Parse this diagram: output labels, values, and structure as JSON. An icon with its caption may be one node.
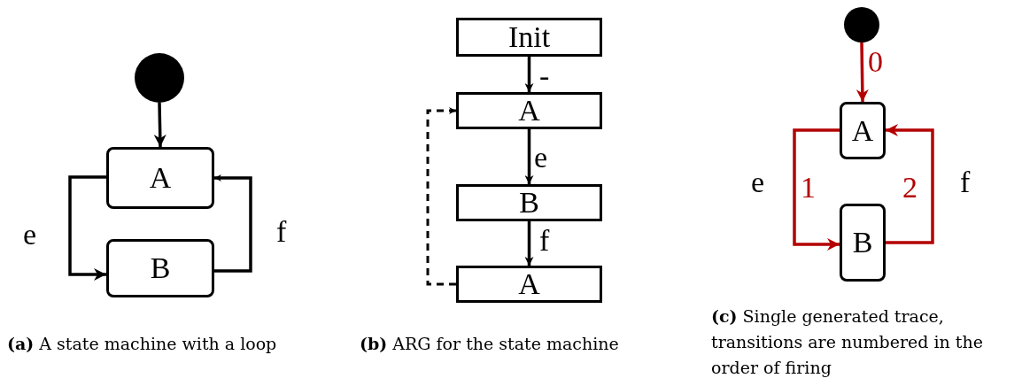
{
  "diagram": {
    "nodes": [
      {
        "text": [],
        "shape": "circle"
      },
      {
        "text": [
          "A"
        ]
      },
      {
        "text": [
          "B"
        ]
      },
      {
        "text": [
          "Init"
        ]
      },
      {
        "text": [
          "A"
        ]
      },
      {
        "text": [
          "B"
        ]
      },
      {
        "text": [
          "A"
        ]
      },
      {
        "text": [],
        "shape": "circle"
      },
      {
        "text": [
          "A"
        ]
      },
      {
        "text": [
          "B"
        ]
      }
    ],
    "edges": [
      {
        "from": 0,
        "to": 1,
        "arrow": "to"
      },
      {
        "from": 1,
        "to": 2,
        "arrow": "to",
        "label": "e"
      },
      {
        "from": 2,
        "to": 1,
        "arrow": "to",
        "label": "f"
      },
      {
        "from": 3,
        "to": 4,
        "arrow": "to",
        "label": "-"
      },
      {
        "from": 4,
        "to": 5,
        "arrow": "to",
        "label": "e"
      },
      {
        "from": 5,
        "to": 6,
        "arrow": "to",
        "label": "f"
      },
      {
        "from": 6,
        "to": 4,
        "arrow": "to",
        "style": "dashed"
      },
      {
        "from": 7,
        "to": 8,
        "arrow": "to",
        "label": "0",
        "color": "#b40000"
      },
      {
        "from": 8,
        "to": 9,
        "arrow": "to",
        "label": "1",
        "color": "#b40000"
      },
      {
        "from": 9,
        "to": 8,
        "arrow": "to",
        "label": "2",
        "color": "#b40000"
      }
    ],
    "labels": [
      "e",
      "f",
      "**(a)** A state machine with a loop",
      "**(b)** ARG for the state machine",
      "**(c)** Single generated trace, transitions are numbered in the order of firing"
    ]
  }
}
